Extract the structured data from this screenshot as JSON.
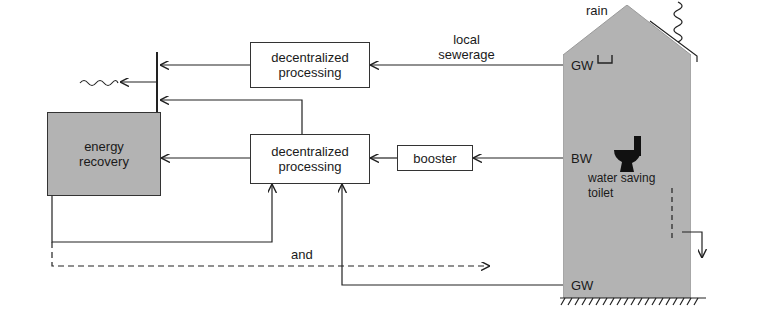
{
  "diagram": {
    "nodes": [
      {
        "text": [
          "decentralized processing"
        ]
      },
      {
        "text": [
          "energy recovery"
        ]
      },
      {
        "text": [
          "decentralized processing"
        ]
      },
      {
        "text": [
          "booster"
        ]
      },
      {
        "text": [
          "GW",
          "BW",
          "water saving toilet",
          "GW"
        ]
      }
    ],
    "edges": [
      {
        "from": 4,
        "to": 0,
        "arrow": "to",
        "label": "local sewerage"
      },
      {
        "from": 4,
        "to": 3,
        "arrow": "to"
      },
      {
        "from": 3,
        "to": 2,
        "arrow": "to"
      },
      {
        "from": 4,
        "to": 2,
        "arrow": "to"
      },
      {
        "from": 2,
        "to": 1,
        "arrow": "to"
      },
      {
        "from": 1,
        "to": 2,
        "arrow": "to"
      }
    ],
    "labels": [
      "rain",
      "and"
    ]
  }
}
